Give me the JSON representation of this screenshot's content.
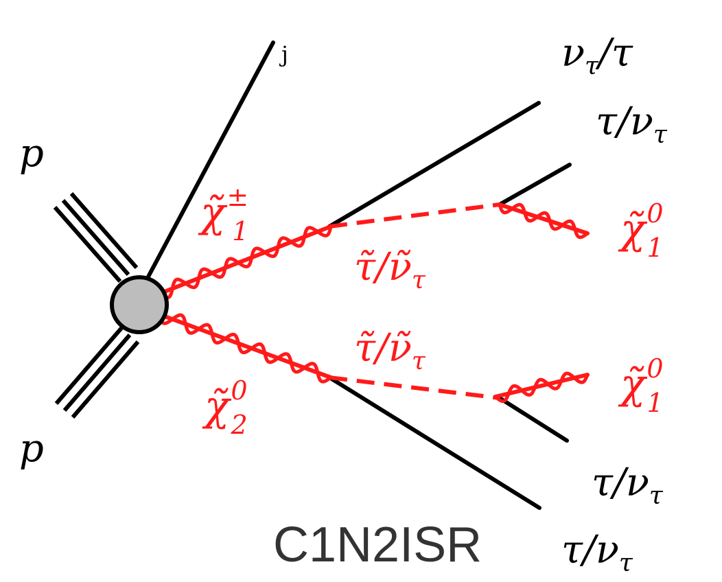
{
  "colors": {
    "sm_line": "#000000",
    "susy_line": "#ff1a1a",
    "vertex_fill": "#bdbdbd",
    "caption": "#333333"
  },
  "labels": {
    "proton_top": "p",
    "proton_bottom": "p",
    "jet": "j",
    "chargino": {
      "base": "χ̃",
      "sub": "1",
      "sup": "±"
    },
    "neutralino2": {
      "base": "χ̃",
      "sub": "2",
      "sup": "0"
    },
    "slepton_top": {
      "base": "τ̃/ν̃",
      "sub": "τ"
    },
    "slepton_bottom": {
      "base": "τ̃/ν̃",
      "sub": "τ"
    },
    "lsp_top": {
      "base": "χ̃",
      "sub": "1",
      "sup": "0"
    },
    "lsp_bottom": {
      "base": "χ̃",
      "sub": "1",
      "sup": "0"
    },
    "out1": {
      "a": "ν",
      "a_sub": "τ",
      "slash": "/τ",
      "b": "",
      "b_sub": ""
    },
    "out2": {
      "a": "τ/ν",
      "a_sub": "τ"
    },
    "out3": {
      "a": "τ/ν",
      "a_sub": "τ"
    },
    "out4": {
      "a": "τ/ν",
      "a_sub": "τ"
    }
  },
  "caption": "C1N2ISR"
}
